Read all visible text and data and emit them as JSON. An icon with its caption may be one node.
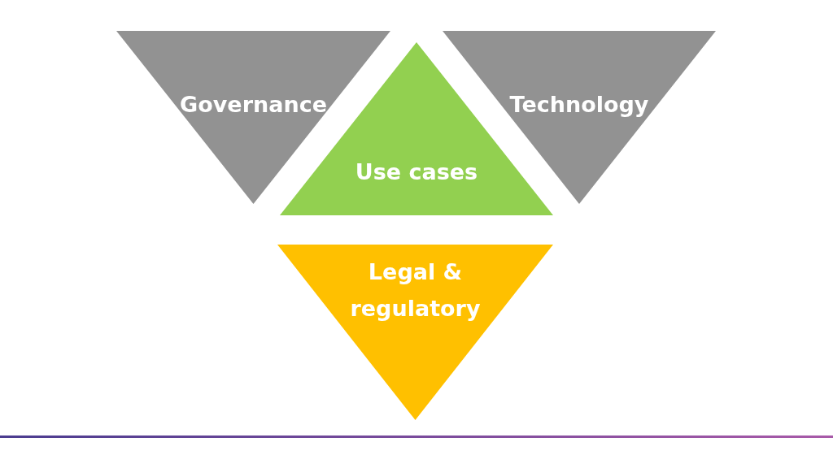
{
  "diagram": {
    "nodes": [
      {
        "text": [
          "Governance"
        ]
      },
      {
        "text": [
          "Use cases"
        ]
      },
      {
        "text": [
          "Technology"
        ]
      },
      {
        "text": [
          "Legal & regulatory"
        ]
      }
    ]
  }
}
